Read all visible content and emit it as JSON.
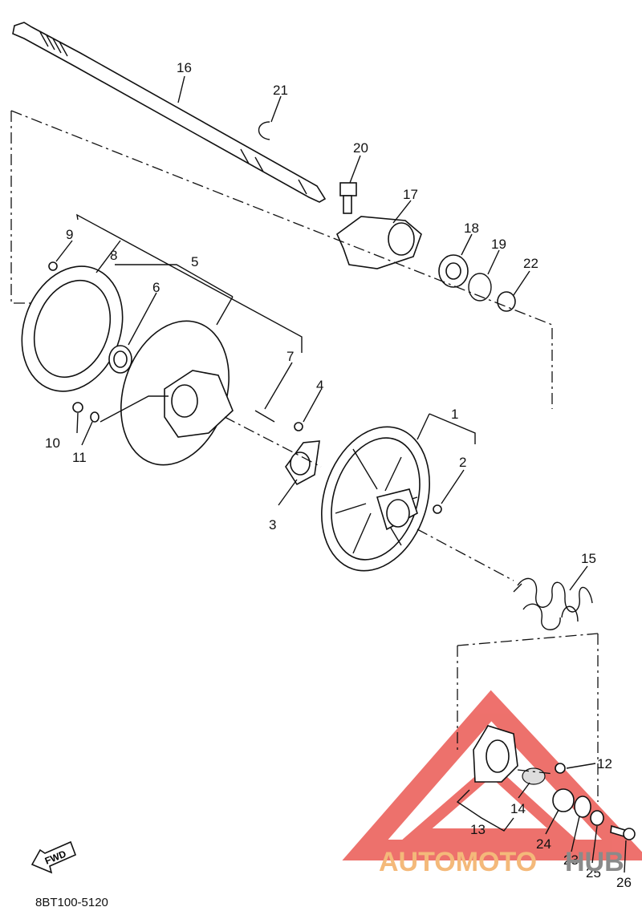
{
  "diagram": {
    "code": "8BT100-5120",
    "fwd_label": "FWD",
    "watermark": {
      "left": "AUTOMOTO",
      "right": "HUB",
      "left_color": "#f4b97a",
      "right_color": "#8a8a8a",
      "triangle_color": "#e8423c"
    },
    "callouts": [
      "1",
      "2",
      "3",
      "4",
      "5",
      "6",
      "7",
      "8",
      "9",
      "10",
      "11",
      "12",
      "13",
      "14",
      "15",
      "16",
      "17",
      "18",
      "19",
      "20",
      "21",
      "22",
      "23",
      "24",
      "25",
      "26"
    ]
  }
}
